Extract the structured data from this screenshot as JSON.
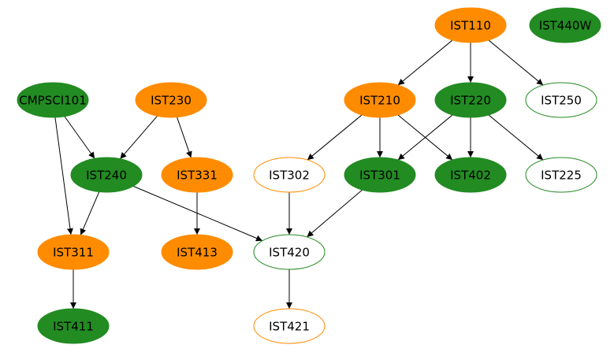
{
  "colors": {
    "orange": "#ff8c00",
    "green": "#228b22",
    "outline_orange": "#ff8c00",
    "outline_green": "#228b22",
    "edge": "#000000",
    "text": "#000000"
  },
  "nodes": [
    {
      "id": "IST110",
      "label": "IST110",
      "style": "filled-orange"
    },
    {
      "id": "IST440W",
      "label": "IST440W",
      "style": "filled-green"
    },
    {
      "id": "CMPSCI101",
      "label": "CMPSCI101",
      "style": "filled-green"
    },
    {
      "id": "IST230",
      "label": "IST230",
      "style": "filled-orange"
    },
    {
      "id": "IST210",
      "label": "IST210",
      "style": "filled-orange"
    },
    {
      "id": "IST220",
      "label": "IST220",
      "style": "filled-green"
    },
    {
      "id": "IST250",
      "label": "IST250",
      "style": "outline-green"
    },
    {
      "id": "IST240",
      "label": "IST240",
      "style": "filled-green"
    },
    {
      "id": "IST331",
      "label": "IST331",
      "style": "filled-orange"
    },
    {
      "id": "IST302",
      "label": "IST302",
      "style": "outline-orange"
    },
    {
      "id": "IST301",
      "label": "IST301",
      "style": "filled-green"
    },
    {
      "id": "IST402",
      "label": "IST402",
      "style": "filled-green"
    },
    {
      "id": "IST225",
      "label": "IST225",
      "style": "outline-green"
    },
    {
      "id": "IST311",
      "label": "IST311",
      "style": "filled-orange"
    },
    {
      "id": "IST413",
      "label": "IST413",
      "style": "filled-orange"
    },
    {
      "id": "IST420",
      "label": "IST420",
      "style": "outline-green"
    },
    {
      "id": "IST411",
      "label": "IST411",
      "style": "filled-green"
    },
    {
      "id": "IST421",
      "label": "IST421",
      "style": "outline-orange"
    }
  ],
  "edges": [
    {
      "from": "IST110",
      "to": "IST210"
    },
    {
      "from": "IST110",
      "to": "IST220"
    },
    {
      "from": "IST110",
      "to": "IST250"
    },
    {
      "from": "CMPSCI101",
      "to": "IST240"
    },
    {
      "from": "CMPSCI101",
      "to": "IST311"
    },
    {
      "from": "IST230",
      "to": "IST240"
    },
    {
      "from": "IST230",
      "to": "IST331"
    },
    {
      "from": "IST210",
      "to": "IST302"
    },
    {
      "from": "IST210",
      "to": "IST301"
    },
    {
      "from": "IST210",
      "to": "IST402"
    },
    {
      "from": "IST220",
      "to": "IST301"
    },
    {
      "from": "IST220",
      "to": "IST402"
    },
    {
      "from": "IST220",
      "to": "IST225"
    },
    {
      "from": "IST240",
      "to": "IST311"
    },
    {
      "from": "IST240",
      "to": "IST420"
    },
    {
      "from": "IST331",
      "to": "IST413"
    },
    {
      "from": "IST302",
      "to": "IST420"
    },
    {
      "from": "IST301",
      "to": "IST420"
    },
    {
      "from": "IST311",
      "to": "IST411"
    },
    {
      "from": "IST420",
      "to": "IST421"
    }
  ]
}
